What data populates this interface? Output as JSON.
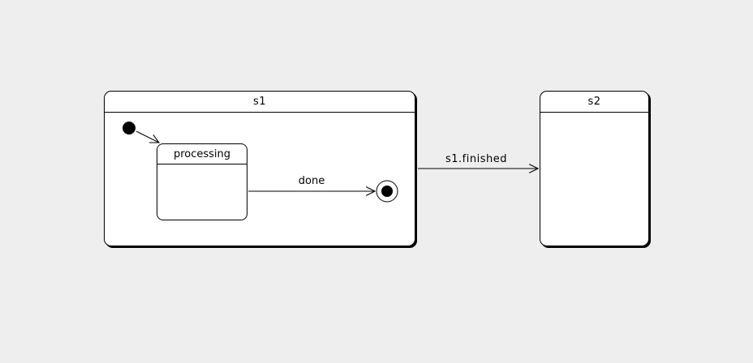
{
  "diagram": {
    "kind": "uml-state-diagram",
    "colors": {
      "background": "#eeeeee",
      "node_fill": "#ffffff",
      "stroke": "#000000",
      "shadow": "#000000"
    },
    "states": [
      {
        "id": "s1",
        "label": "s1",
        "type": "composite-state"
      },
      {
        "id": "processing",
        "label": "processing",
        "type": "simple-state",
        "parent": "s1"
      },
      {
        "id": "s2",
        "label": "s2",
        "type": "simple-state"
      }
    ],
    "pseudostates": [
      {
        "id": "initial",
        "type": "initial-state",
        "parent": "s1"
      },
      {
        "id": "final",
        "type": "final-state",
        "parent": "s1"
      }
    ],
    "transitions": [
      {
        "from": "initial",
        "to": "processing",
        "label": ""
      },
      {
        "from": "processing",
        "to": "final",
        "label": "done"
      },
      {
        "from": "s1",
        "to": "s2",
        "label": "s1.finished"
      }
    ]
  }
}
